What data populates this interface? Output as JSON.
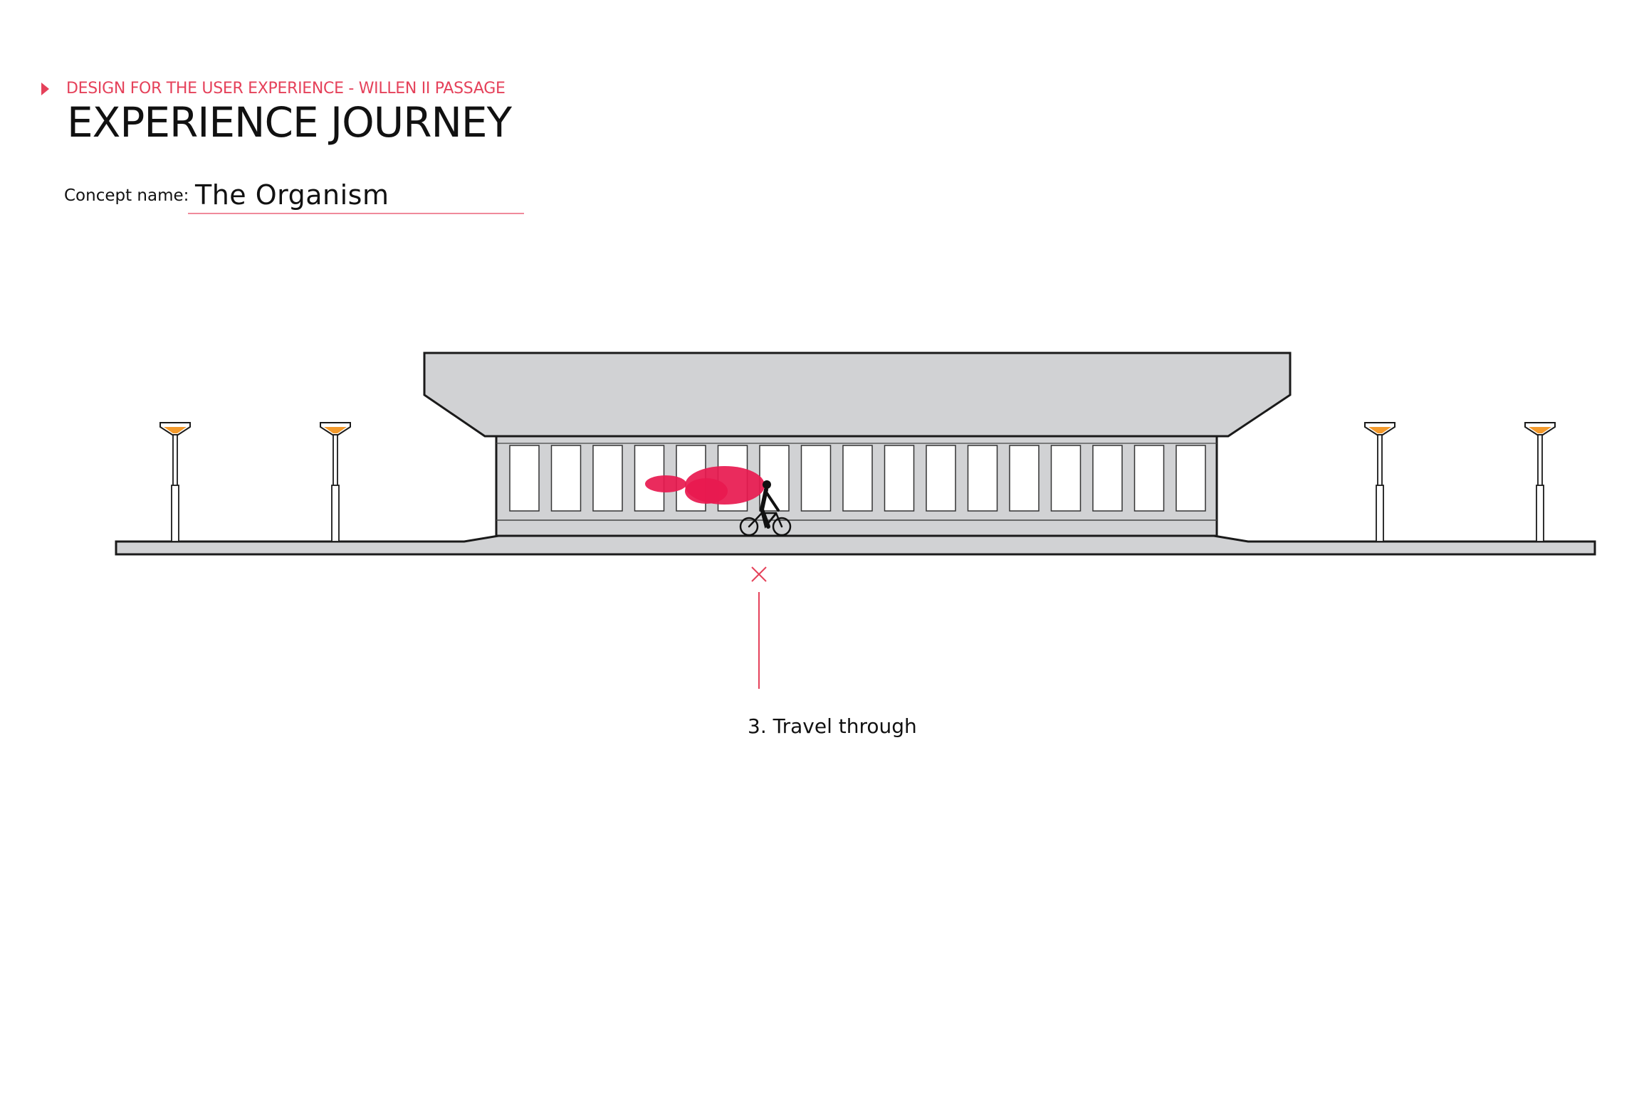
{
  "header": {
    "kicker": "DESIGN FOR THE USER EXPERIENCE - WILLEN II PASSAGE",
    "title": "EXPERIENCE JOURNEY"
  },
  "concept": {
    "label": "Concept name:",
    "value": "The Organism"
  },
  "journey": {
    "step_label": "3. Travel through"
  },
  "colors": {
    "accent": "#e5415a",
    "organism": "#e8194f",
    "structure_fill": "#d1d2d4",
    "lamp": "#f39a2c",
    "outline": "#1a1a1a"
  }
}
